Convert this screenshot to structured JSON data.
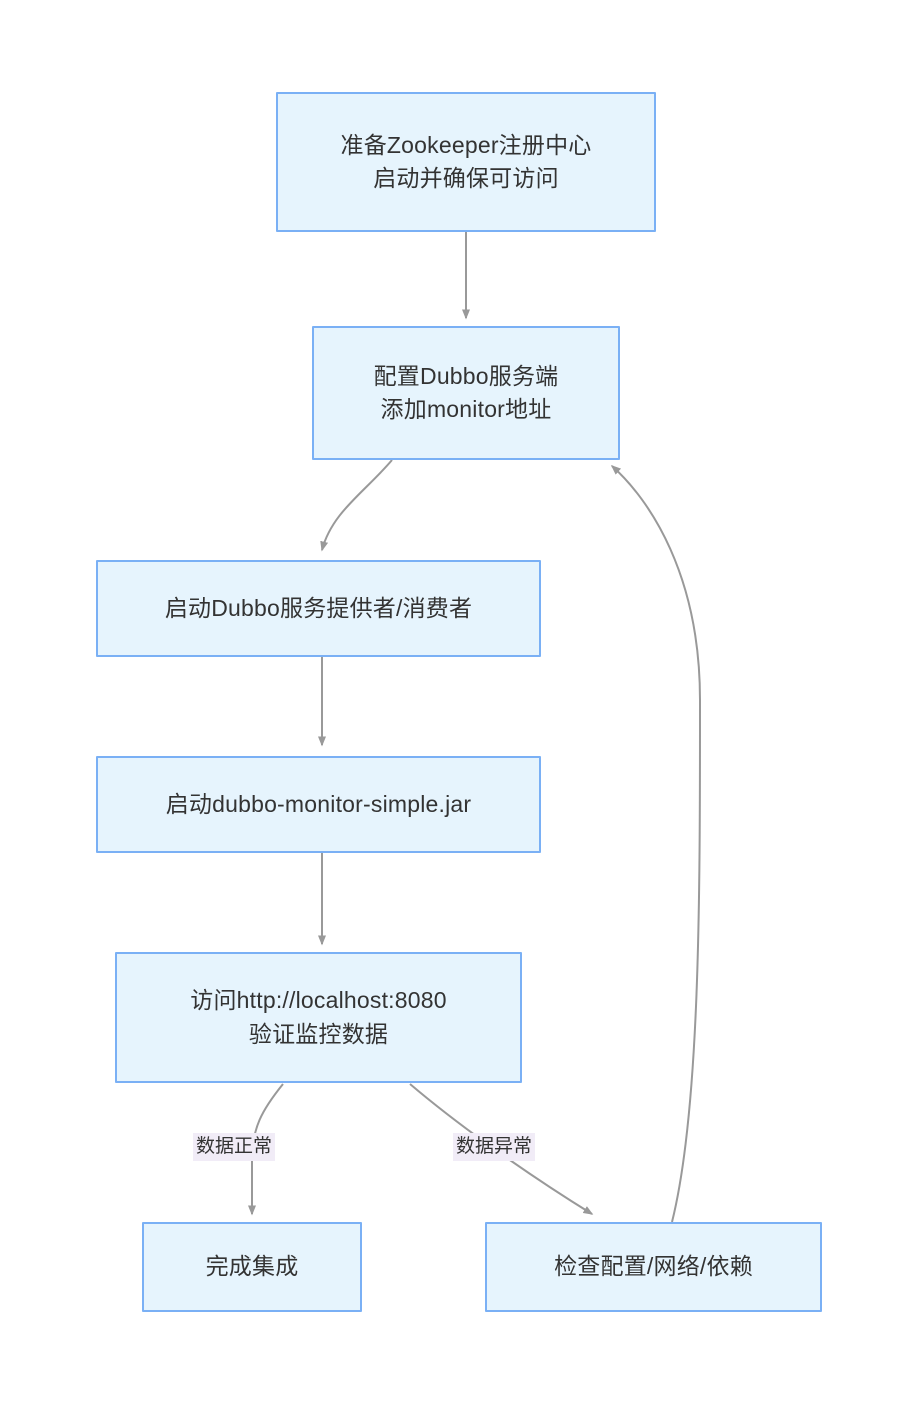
{
  "diagram": {
    "title": "Dubbo monitor integration flowchart",
    "background_color": "#ffffff",
    "node_fill": "#e6f4fd",
    "node_border": "#7ab0f5",
    "node_text_color": "#333333",
    "edge_color": "#999999",
    "label_background": "#f1ecf7",
    "nodes": [
      {
        "id": "n1",
        "text": "准备Zookeeper注册中心\n启动并确保可访问"
      },
      {
        "id": "n2",
        "text": "配置Dubbo服务端\n添加monitor地址"
      },
      {
        "id": "n3",
        "text": "启动Dubbo服务提供者/消费者"
      },
      {
        "id": "n4",
        "text": "启动dubbo-monitor-simple.jar"
      },
      {
        "id": "n5",
        "text": "访问http://localhost:8080\n验证监控数据"
      },
      {
        "id": "n6",
        "text": "完成集成"
      },
      {
        "id": "n7",
        "text": "检查配置/网络/依赖"
      }
    ],
    "edges": [
      {
        "id": "e1",
        "from": "n1",
        "to": "n2",
        "label": ""
      },
      {
        "id": "e2",
        "from": "n2",
        "to": "n3",
        "label": ""
      },
      {
        "id": "e3",
        "from": "n3",
        "to": "n4",
        "label": ""
      },
      {
        "id": "e4",
        "from": "n4",
        "to": "n5",
        "label": ""
      },
      {
        "id": "e5",
        "from": "n5",
        "to": "n6",
        "label": "数据正常"
      },
      {
        "id": "e6",
        "from": "n5",
        "to": "n7",
        "label": "数据异常"
      },
      {
        "id": "e7",
        "from": "n7",
        "to": "n2",
        "label": ""
      }
    ]
  }
}
